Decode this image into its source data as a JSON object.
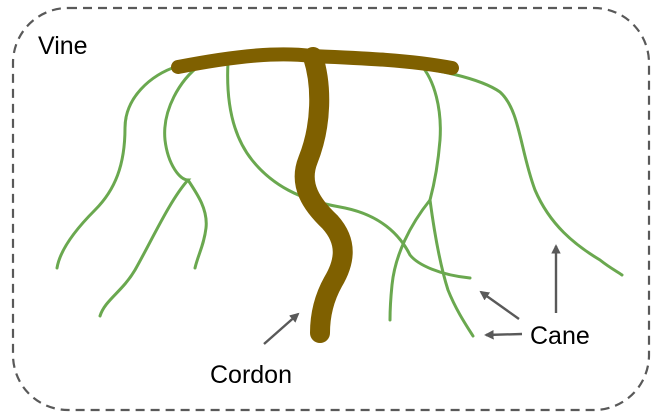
{
  "labels": {
    "title": "Vine",
    "cordon": "Cordon",
    "cane": "Cane"
  },
  "colors": {
    "border": "#595959",
    "cordon": "#7f6000",
    "cane": "#6aa84f",
    "arrow": "#595959",
    "text": "#000000",
    "background": "#ffffff"
  }
}
